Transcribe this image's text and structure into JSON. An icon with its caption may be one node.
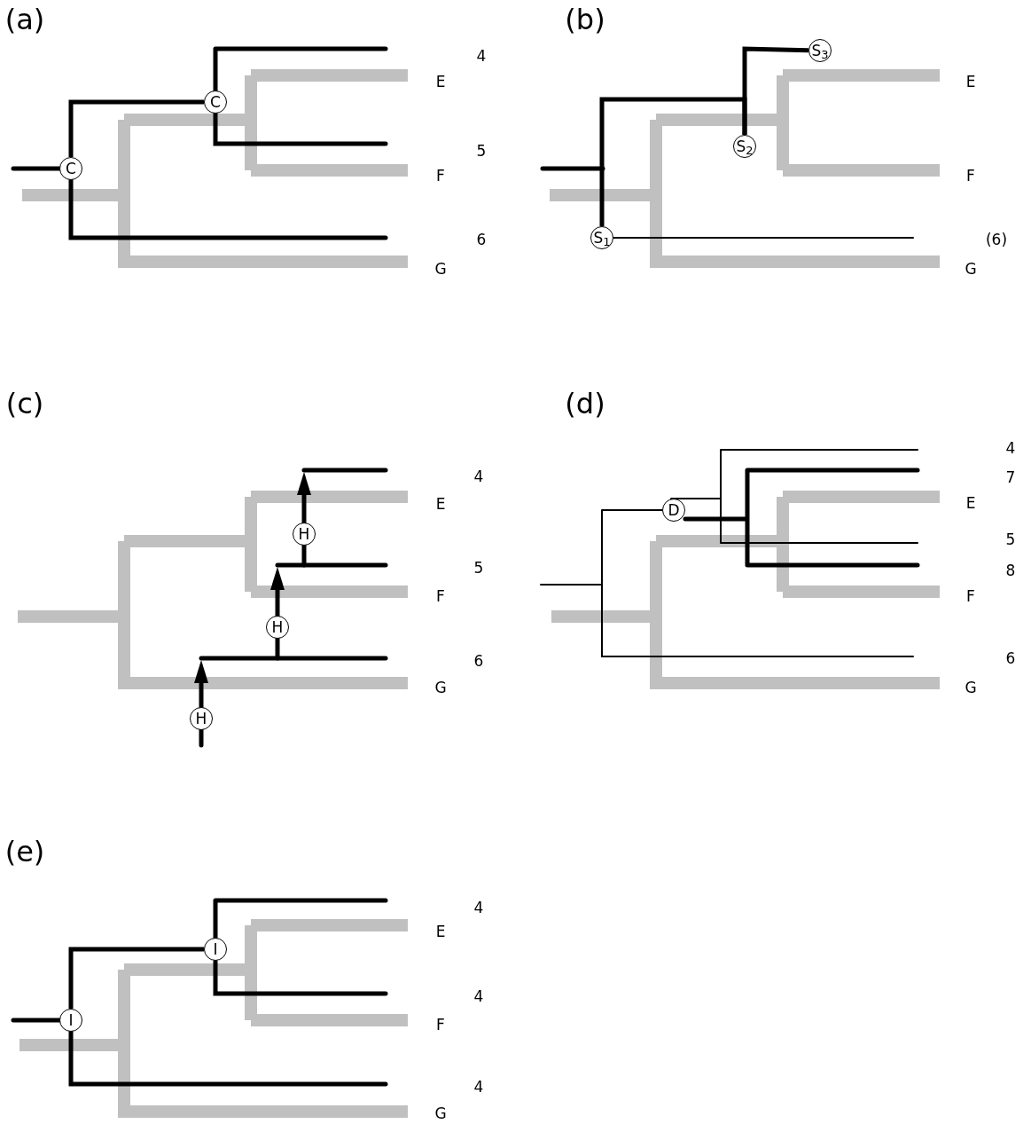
{
  "diagram": {
    "nodes": [
      {
        "text": [
          "C"
        ]
      },
      {
        "text": [
          "C"
        ]
      },
      {
        "text": [
          "S$_{1}$"
        ]
      },
      {
        "text": [
          "S$_{2}$"
        ]
      },
      {
        "text": [
          "S$_{3}$"
        ]
      },
      {
        "text": [
          "H"
        ]
      },
      {
        "text": [
          "H"
        ]
      },
      {
        "text": [
          "H"
        ]
      },
      {
        "text": [
          "D"
        ]
      },
      {
        "text": [
          "I"
        ]
      },
      {
        "text": [
          "I"
        ]
      }
    ],
    "edges": [
      {
        "from": 0,
        "to": 1,
        "arrow": "none"
      },
      {
        "from": 2,
        "to": 3,
        "arrow": "none"
      },
      {
        "from": 3,
        "to": 4,
        "arrow": "none"
      },
      {
        "from": 9,
        "to": 10,
        "arrow": "none"
      }
    ],
    "labels": [
      "(a)",
      "4",
      "E",
      "5",
      "F",
      "6",
      "G",
      "(b)",
      "E",
      "F",
      "(6)",
      "G",
      "(c)",
      "4",
      "E",
      "5",
      "F",
      "6",
      "G",
      "(d)",
      "4",
      "7",
      "E",
      "5",
      "8",
      "F",
      "6",
      "G",
      "(e)",
      "4",
      "E",
      "4",
      "F",
      "4",
      "G"
    ]
  }
}
